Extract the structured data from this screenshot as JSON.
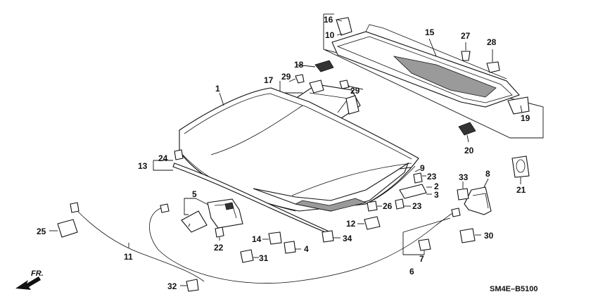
{
  "callouts": [
    "1",
    "2",
    "3",
    "4",
    "5",
    "6",
    "7",
    "8",
    "9",
    "10",
    "11",
    "12",
    "13",
    "14",
    "15",
    "16",
    "17",
    "18",
    "19",
    "20",
    "21",
    "22",
    "23",
    "23",
    "24",
    "25",
    "26",
    "27",
    "28",
    "29",
    "29",
    "30",
    "31",
    "32",
    "33",
    "34"
  ],
  "diagram_code": "SM4E–B5100",
  "front_arrow_label": "FR."
}
